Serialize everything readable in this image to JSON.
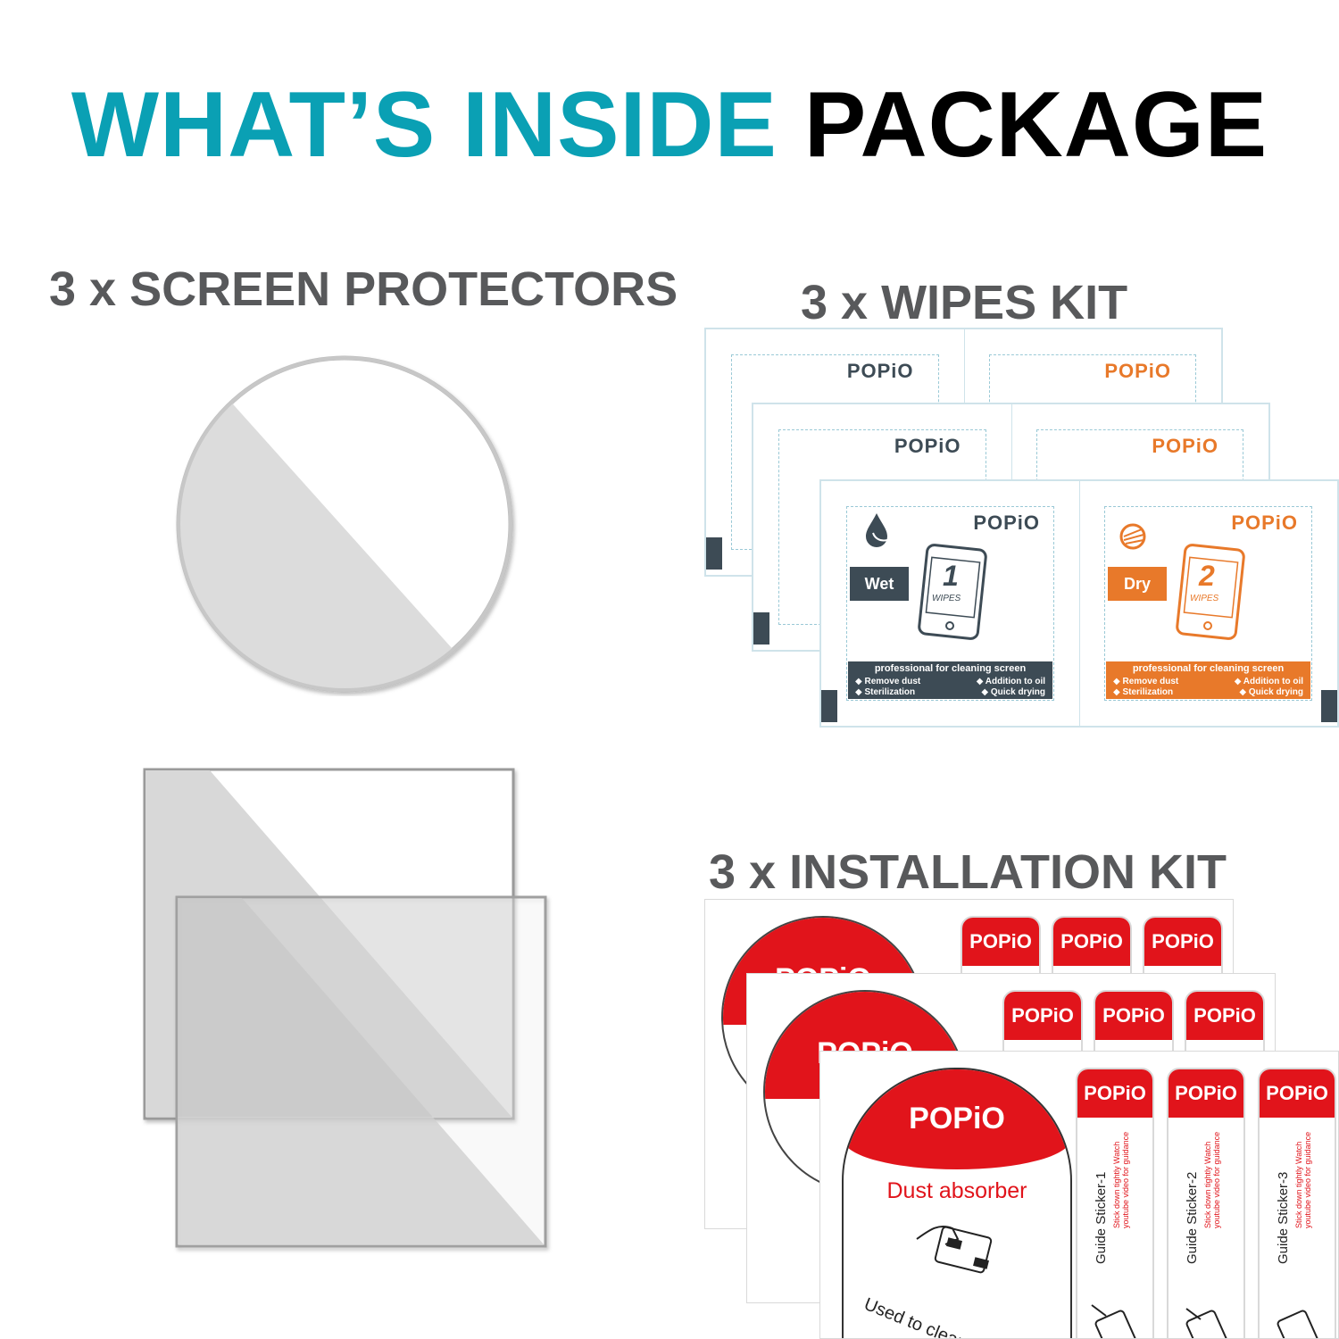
{
  "colors": {
    "accent": "#0aa0b4",
    "dark": "#3d4b55",
    "orange": "#e8792a",
    "red": "#e1141b"
  },
  "heading": {
    "part1": "WHAT’S INSIDE",
    "part2": "PACKAGE"
  },
  "sections": {
    "protectors": "3 x SCREEN PROTECTORS",
    "wipes": "3 x WIPES KIT",
    "installation": "3 x INSTALLATION KIT"
  },
  "wipes_kit": {
    "brand": "POPiO",
    "wet_label": "Wet",
    "dry_label": "Dry",
    "step1": "1",
    "step2": "2",
    "wipes_word": "WIPES",
    "bar_title": "professional for cleaning screen",
    "features": [
      "Remove dust",
      "Addition to oil",
      "Sterilization",
      "Quick drying"
    ]
  },
  "installation_kit": {
    "brand": "POPiO",
    "dust_title": "Dust absorber",
    "dust_caption": "Used to clean dust on screen",
    "stickers": [
      {
        "name": "Guide Sticker-1",
        "note": "Stick down tightly Watch youtube video for guidance"
      },
      {
        "name": "Guide Sticker-2",
        "note": "Stick down tightly Watch youtube video for guidance"
      },
      {
        "name": "Guide Sticker-3",
        "note": "Stick down tightly Watch youtube video for guidance"
      }
    ]
  }
}
